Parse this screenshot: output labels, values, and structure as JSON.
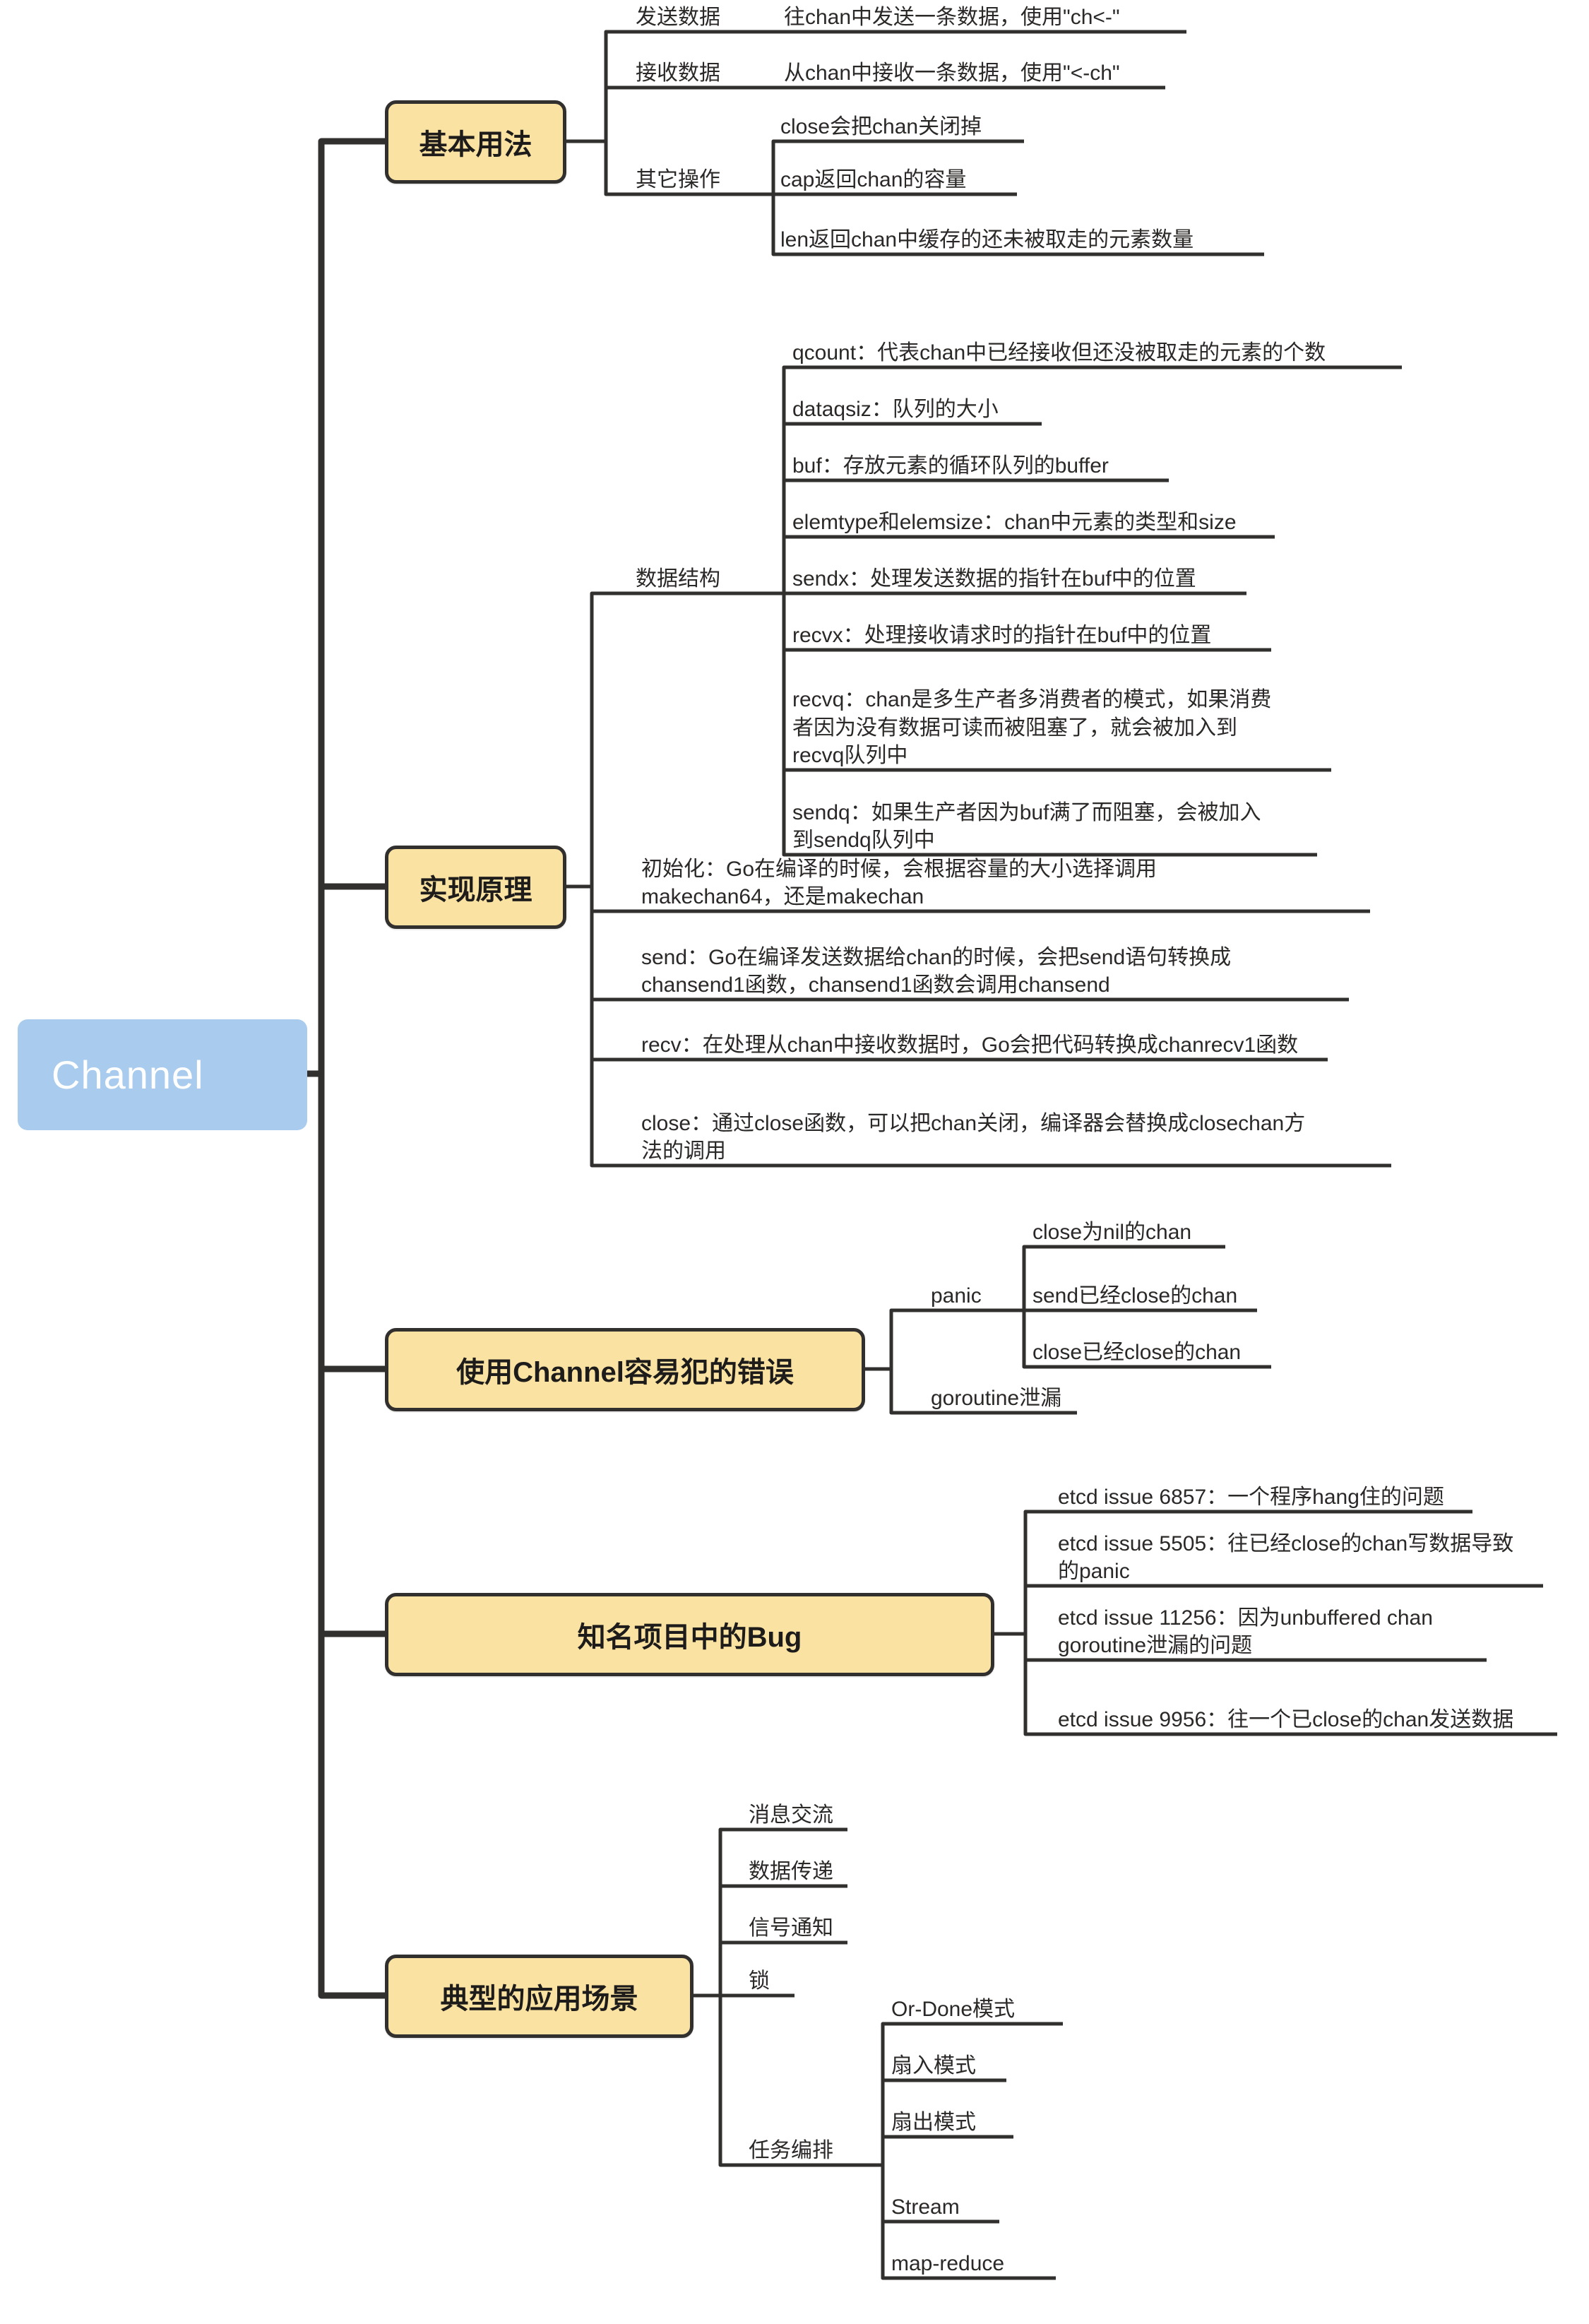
{
  "title": "Channel",
  "colors": {
    "root_fill": "#a8cbee",
    "root_text": "#ffffff",
    "topic_fill": "#fae3a2",
    "topic_border": "#32302f",
    "line": "#32302f",
    "text": "#2b2927",
    "background": "#ffffff"
  },
  "root": {
    "label": "Channel"
  },
  "branches": [
    {
      "id": "basic-usage",
      "label": "基本用法",
      "children": [
        {
          "label": "发送数据",
          "children": [
            {
              "label": "往chan中发送一条数据，使用\"ch<-\""
            }
          ]
        },
        {
          "label": "接收数据",
          "children": [
            {
              "label": "从chan中接收一条数据，使用\"<-ch\""
            }
          ]
        },
        {
          "label": "其它操作",
          "children": [
            {
              "label": "close会把chan关闭掉"
            },
            {
              "label": "cap返回chan的容量"
            },
            {
              "label": "len返回chan中缓存的还未被取走的元素数量"
            }
          ]
        }
      ]
    },
    {
      "id": "implementation",
      "label": "实现原理",
      "children": [
        {
          "label": "数据结构",
          "children": [
            {
              "label": "qcount：代表chan中已经接收但还没被取走的元素的个数"
            },
            {
              "label": "dataqsiz：队列的大小"
            },
            {
              "label": "buf：存放元素的循环队列的buffer"
            },
            {
              "label": "elemtype和elemsize：chan中元素的类型和size"
            },
            {
              "label": "sendx：处理发送数据的指针在buf中的位置"
            },
            {
              "label": "recvx：处理接收请求时的指针在buf中的位置"
            },
            {
              "label": "recvq：chan是多生产者多消费者的模式，如果消费\n者因为没有数据可读而被阻塞了，就会被加入到\nrecvq队列中"
            },
            {
              "label": "sendq：如果生产者因为buf满了而阻塞，会被加入\n到sendq队列中"
            }
          ]
        },
        {
          "label": "初始化：Go在编译的时候，会根据容量的大小选择调用\nmakechan64，还是makechan"
        },
        {
          "label": "send：Go在编译发送数据给chan的时候，会把send语句转换成\nchansend1函数，chansend1函数会调用chansend"
        },
        {
          "label": "recv：在处理从chan中接收数据时，Go会把代码转换成chanrecv1函数"
        },
        {
          "label": "close：通过close函数，可以把chan关闭，编译器会替换成closechan方\n法的调用"
        }
      ]
    },
    {
      "id": "common-mistakes",
      "label": "使用Channel容易犯的错误",
      "children": [
        {
          "label": "panic",
          "children": [
            {
              "label": "close为nil的chan"
            },
            {
              "label": "send已经close的chan"
            },
            {
              "label": "close已经close的chan"
            }
          ]
        },
        {
          "label": "goroutine泄漏"
        }
      ]
    },
    {
      "id": "famous-bugs",
      "label": "知名项目中的Bug",
      "children": [
        {
          "label": "etcd issue 6857：一个程序hang住的问题"
        },
        {
          "label": "etcd issue 5505：往已经close的chan写数据导致\n的panic"
        },
        {
          "label": "etcd issue 11256：因为unbuffered chan\ngoroutine泄漏的问题"
        },
        {
          "label": "etcd issue 9956：往一个已close的chan发送数据"
        }
      ]
    },
    {
      "id": "typical-scenarios",
      "label": "典型的应用场景",
      "children": [
        {
          "label": "消息交流"
        },
        {
          "label": "数据传递"
        },
        {
          "label": "信号通知"
        },
        {
          "label": "锁"
        },
        {
          "label": "任务编排",
          "children": [
            {
              "label": "Or-Done模式"
            },
            {
              "label": "扇入模式"
            },
            {
              "label": "扇出模式"
            },
            {
              "label": "Stream"
            },
            {
              "label": "map-reduce"
            }
          ]
        }
      ]
    }
  ]
}
